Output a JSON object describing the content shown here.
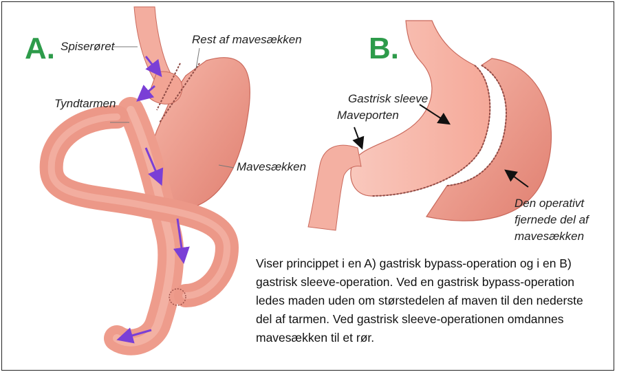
{
  "panel_a": {
    "letter": "A.",
    "labels": {
      "esophagus": "Spiserøret",
      "remnant": "Rest af mavesækken",
      "small_intestine": "Tyndtarmen",
      "stomach": "Mavesækken"
    }
  },
  "panel_b": {
    "letter": "B.",
    "labels": {
      "sleeve": "Gastrisk sleeve",
      "pylorus": "Maveporten",
      "removed_part_line1": "Den operativt",
      "removed_part_line2": "fjernede del af",
      "removed_part_line3": "mavesækken"
    }
  },
  "caption": "Viser princippet i en A) gastrisk bypass-operation og i en B) gastrisk sleeve-operation. Ved en gastrisk bypass-operation ledes maden uden om størstedelen af maven til den nederste del af tarmen. Ved gastrisk sleeve-operationen omdannes mavesækken til et rør.",
  "colors": {
    "tissue": "#ef9a8a",
    "tissue_dark": "#d9776a",
    "flow_arrow": "#7a3fd6",
    "letter": "#2d9b4a"
  }
}
